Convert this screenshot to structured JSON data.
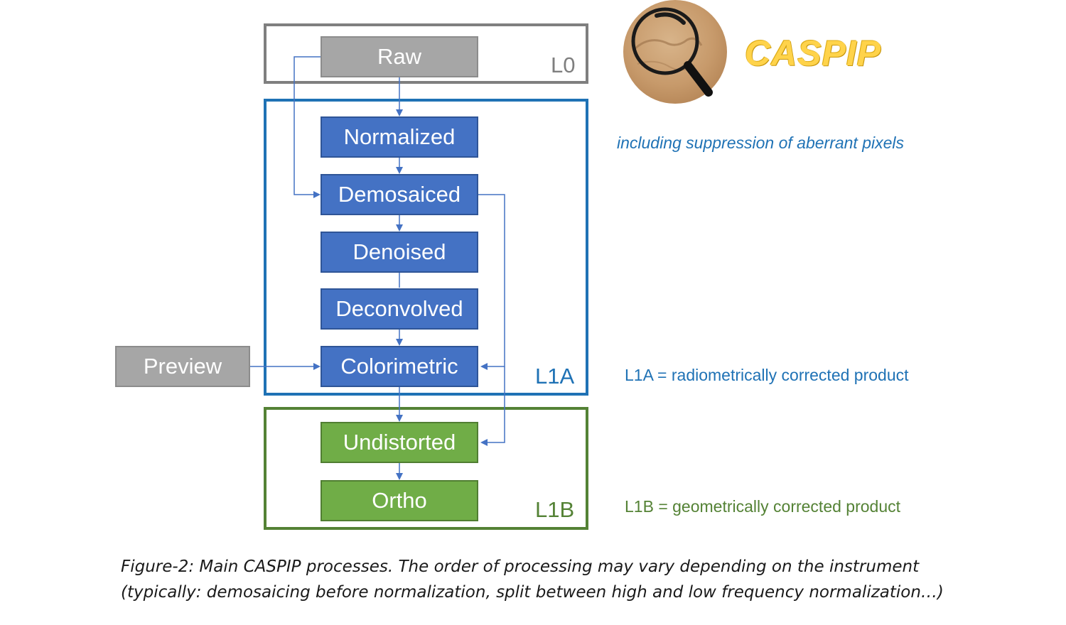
{
  "levels": {
    "l0": "L0",
    "l1a": "L1A",
    "l1b": "L1B"
  },
  "nodes": {
    "raw": "Raw",
    "normalized": "Normalized",
    "demosaiced": "Demosaiced",
    "denoised": "Denoised",
    "deconvolved": "Deconvolved",
    "colorimetric": "Colorimetric",
    "preview": "Preview",
    "undistorted": "Undistorted",
    "ortho": "Ortho"
  },
  "notes": {
    "normalized_note": "including suppression of aberrant pixels",
    "l1a_note": "L1A = radiometrically corrected product",
    "l1b_note": "L1B = geometrically corrected product"
  },
  "logo": {
    "text": "CASPIP"
  },
  "caption": {
    "line1": "Figure-2: Main CASPIP processes. The order of processing may vary depending on the instrument",
    "line2": "(typically: demosaicing before normalization, split between high and low frequency normalization…)"
  },
  "colors": {
    "l0": "#7f7f7f",
    "l1a": "#1f72b5",
    "l1b": "#548235",
    "node_blue": "#4472c4",
    "node_green": "#70ad47",
    "node_gray": "#a6a6a6",
    "logo": "#ffd34a"
  }
}
